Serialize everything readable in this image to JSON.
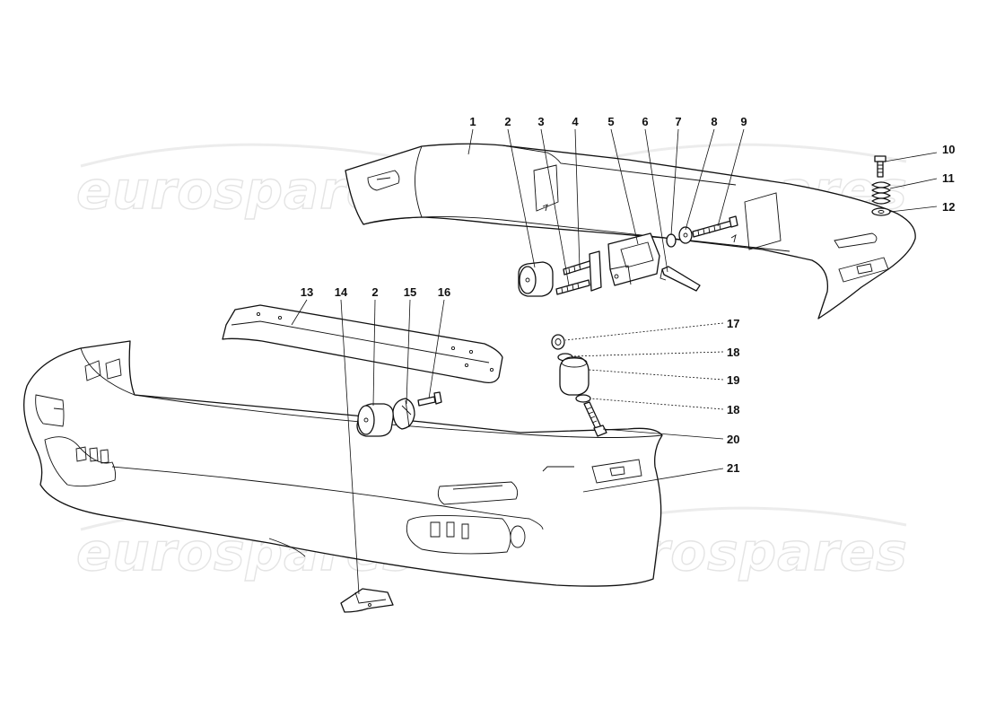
{
  "watermark": {
    "text": "eurospares"
  },
  "callouts": [
    {
      "id": "c1",
      "label": "1"
    },
    {
      "id": "c2",
      "label": "2"
    },
    {
      "id": "c3",
      "label": "3"
    },
    {
      "id": "c4",
      "label": "4"
    },
    {
      "id": "c5",
      "label": "5"
    },
    {
      "id": "c6",
      "label": "6"
    },
    {
      "id": "c7",
      "label": "7"
    },
    {
      "id": "c8",
      "label": "8"
    },
    {
      "id": "c9",
      "label": "9"
    },
    {
      "id": "c10",
      "label": "10"
    },
    {
      "id": "c11",
      "label": "11"
    },
    {
      "id": "c12",
      "label": "12"
    },
    {
      "id": "c13",
      "label": "13"
    },
    {
      "id": "c14",
      "label": "14"
    },
    {
      "id": "c2b",
      "label": "2"
    },
    {
      "id": "c15",
      "label": "15"
    },
    {
      "id": "c16",
      "label": "16"
    },
    {
      "id": "c17",
      "label": "17"
    },
    {
      "id": "c18",
      "label": "18"
    },
    {
      "id": "c19",
      "label": "19"
    },
    {
      "id": "c18b",
      "label": "18"
    },
    {
      "id": "c20",
      "label": "20"
    },
    {
      "id": "c21",
      "label": "21"
    }
  ]
}
